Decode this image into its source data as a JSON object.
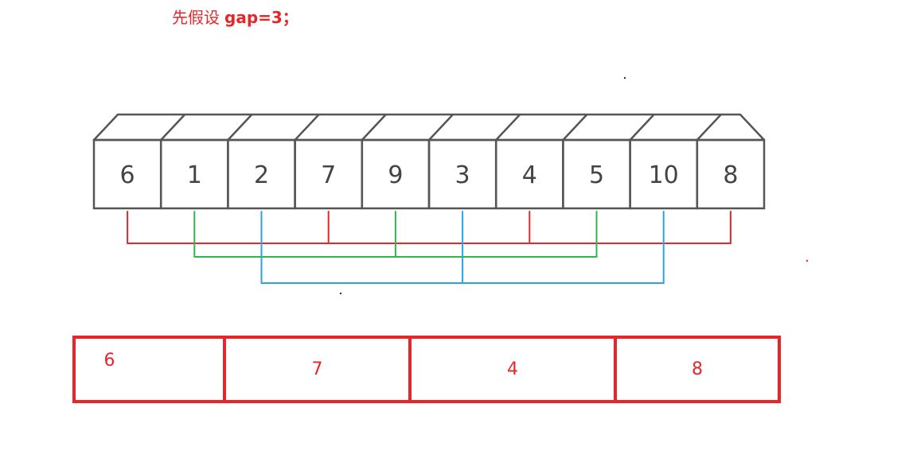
{
  "title": {
    "prefix": "先假设",
    "expr": "gap=3；"
  },
  "array": [
    "6",
    "1",
    "2",
    "7",
    "9",
    "3",
    "4",
    "5",
    "10",
    "8"
  ],
  "groups": [
    {
      "indices": [
        0,
        3,
        6,
        9
      ],
      "color": "#e8262a"
    },
    {
      "indices": [
        1,
        4,
        7
      ],
      "color": "#2db84a"
    },
    {
      "indices": [
        2,
        5,
        8
      ],
      "color": "#2aa3e0"
    }
  ],
  "result": [
    "6",
    "7",
    "4",
    "8"
  ],
  "colors": {
    "box_stroke": "#555555",
    "result_stroke": "#e8262a"
  }
}
